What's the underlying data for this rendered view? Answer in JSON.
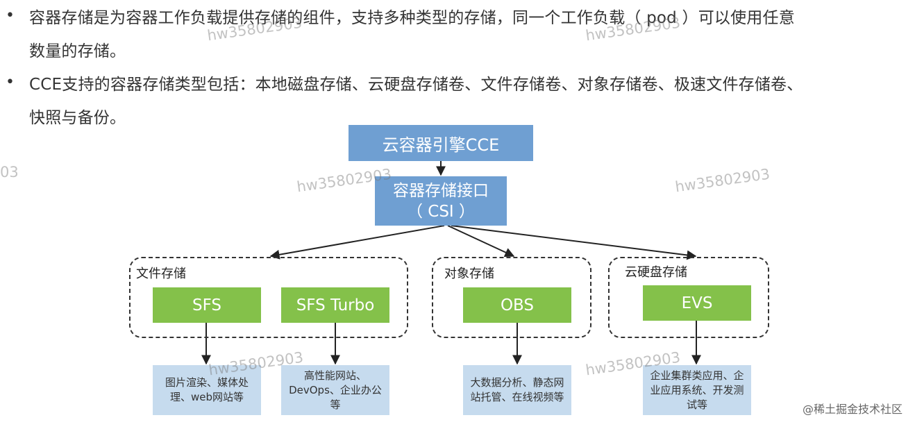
{
  "bullets": [
    {
      "marker": "•",
      "line1": "容器存储是为容器工作负载提供存储的组件，支持多种类型的存储，同一个工作负载（ pod ）可以使用任意",
      "line2": "数量的存储。"
    },
    {
      "marker": "•",
      "line1": "CCE支持的容器存储类型包括：本地磁盘存储、云硬盘存储卷、文件存储卷、对象存储卷、极速文件存储卷、",
      "line2": "快照与备份。"
    }
  ],
  "diagram": {
    "top_box": "云容器引擎CCE",
    "csi_box": {
      "line1": "容器存储接口",
      "line2": "（ CSI ）"
    },
    "groups": [
      {
        "label": "文件存储",
        "items": [
          {
            "name": "SFS",
            "use": "图片渲染、媒体处理、web网站等"
          },
          {
            "name": "SFS Turbo",
            "use": "高性能网站、DevOps、企业办公等"
          }
        ]
      },
      {
        "label": "对象存储",
        "items": [
          {
            "name": "OBS",
            "use": "大数据分析、静态网站托管、在线视频等"
          }
        ]
      },
      {
        "label": "云硬盘存储",
        "items": [
          {
            "name": "EVS",
            "use": "企业集群类应用、企业应用系统、开发测试等"
          }
        ]
      }
    ]
  },
  "watermarks": [
    "hw35802903",
    "hw35802903",
    "03",
    "hw35802903",
    "hw35802903",
    "hw35802903",
    "hw35802903"
  ],
  "footer_watermark": "@稀土掘金技术社区",
  "colors": {
    "blue": "#6f9fd2",
    "green": "#84c14a",
    "light_blue": "#c6dbee"
  }
}
